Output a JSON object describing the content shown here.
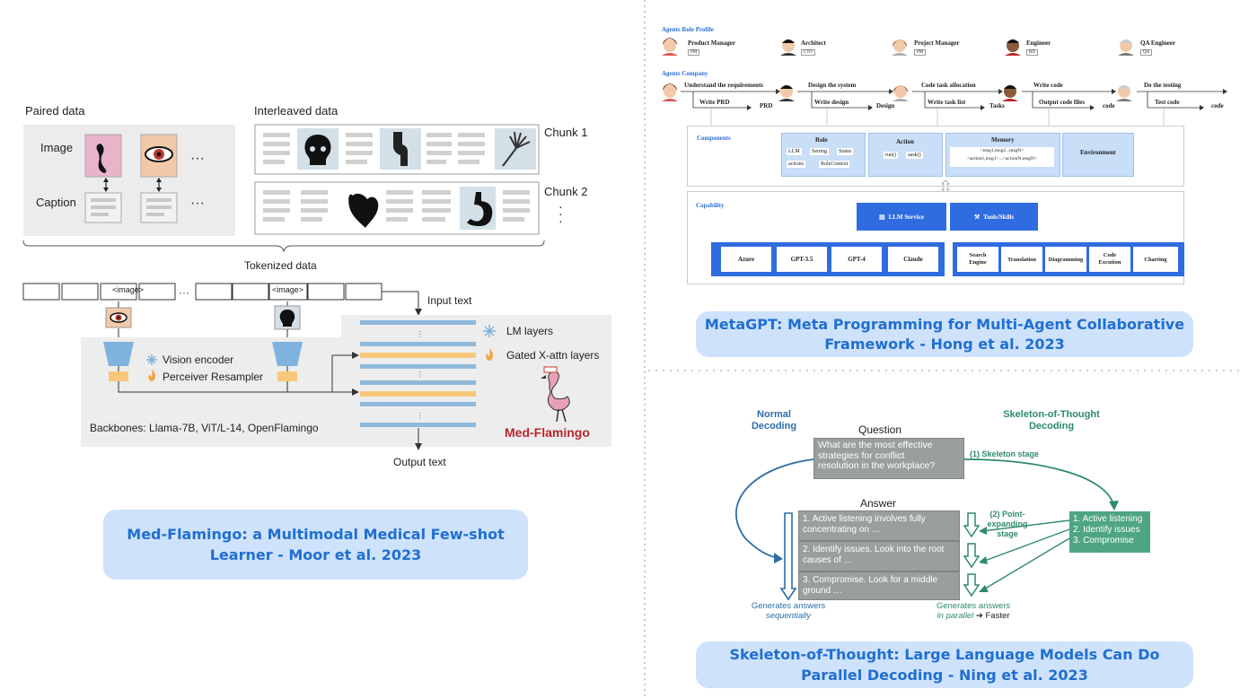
{
  "medflamingo": {
    "paired_label": "Paired data",
    "interleaved_label": "Interleaved data",
    "image_label": "Image",
    "caption_label": "Caption",
    "ellipsis": "···",
    "chunk1": "Chunk 1",
    "chunk2": "Chunk 2",
    "tokenized_label": "Tokenized data",
    "image_token": "<image>",
    "input_text": "Input text",
    "output_text": "Output text",
    "lm_layers": "LM layers",
    "gated_layers": "Gated X-attn layers",
    "vision_encoder": "Vision encoder",
    "perceiver": "Perceiver Resampler",
    "backbones": "Backbones: Llama-7B, ViT/L-14, OpenFlamingo",
    "brand": "Med-Flamingo",
    "caption_line1": "Med-Flamingo: a Multimodal Medical Few-shot",
    "caption_line2": "Learner - Moor et al. 2023"
  },
  "metagpt": {
    "role_profile_label": "Agents Role Profile",
    "roles": [
      {
        "name": "Product Manager",
        "tag": "PM"
      },
      {
        "name": "Architect",
        "tag": "CTO"
      },
      {
        "name": "Project Manager",
        "tag": "PM"
      },
      {
        "name": "Engineer",
        "tag": "RD"
      },
      {
        "name": "QA Engineer",
        "tag": "QA"
      }
    ],
    "company_label": "Agents Company",
    "steps": [
      {
        "top": "Understand the requirements",
        "bottom": "Write PRD",
        "out": "PRD"
      },
      {
        "top": "Design the system",
        "bottom": "Write design",
        "out": "Design"
      },
      {
        "top": "Code task allocation",
        "bottom": "Write task list",
        "out": "Tasks"
      },
      {
        "top": "Write code",
        "bottom": "Output code files",
        "out": "code"
      },
      {
        "top": "Do the testing",
        "bottom": "Test code",
        "out": "code"
      }
    ],
    "components_label": "Components",
    "role_box": {
      "title": "Role",
      "items": [
        "LLM",
        "Setting",
        "States",
        "actions",
        "RoleContext"
      ]
    },
    "action_box": {
      "title": "Action",
      "items": [
        "run()",
        "aask()"
      ]
    },
    "memory_box": {
      "title": "Memory",
      "line1": "<msg1,msg2...msgN>",
      "line2": "<action1,msg1>...<actionN,msgN>"
    },
    "environment_box": {
      "title": "Environment"
    },
    "capability_label": "Capability",
    "llm_service": "LLM Service",
    "tools_skills": "Tools/Skills",
    "llms": [
      "Azure",
      "GPT-3.5",
      "GPT-4",
      "Claude"
    ],
    "tools": [
      [
        "Search",
        "Engine"
      ],
      [
        "Translation"
      ],
      [
        "Diagramming"
      ],
      [
        "Code",
        "Excution"
      ],
      [
        "Charting"
      ]
    ],
    "caption_line1": "MetaGPT: Meta Programming for Multi-Agent Collaborative",
    "caption_line2": "Framework - Hong et al. 2023"
  },
  "sot": {
    "normal_line1": "Normal",
    "normal_line2": "Decoding",
    "question_label": "Question",
    "question_lines": [
      "What are the most effective",
      "strategies for conflict",
      "resolution in the workplace?"
    ],
    "sot_line1": "Skeleton-of-Thought",
    "sot_line2": "Decoding",
    "skeleton_stage": "(1) Skeleton stage",
    "answer_label": "Answer",
    "answers": [
      [
        "1. Active listening involves fully",
        "concentrating on …"
      ],
      [
        "2. Identify issues. Look into the root",
        "causes of …"
      ],
      [
        "3. Compromise. Look for a middle",
        "ground …"
      ]
    ],
    "point_expanding_line1": "(2) Point-expanding",
    "point_expanding_line2": "stage",
    "skeleton_points": [
      "1. Active listening",
      "2. Identify issues",
      "3. Compromise"
    ],
    "gen_seq_line1": "Generates answers",
    "gen_seq_line2": "sequentially",
    "gen_par_line1": "Generates answers",
    "gen_par_line2": "in parallel",
    "faster": "Faster",
    "caption_line1": "Skeleton-of-Thought: Large Language Models Can Do",
    "caption_line2": "Parallel Decoding - Ning et al. 2023"
  }
}
